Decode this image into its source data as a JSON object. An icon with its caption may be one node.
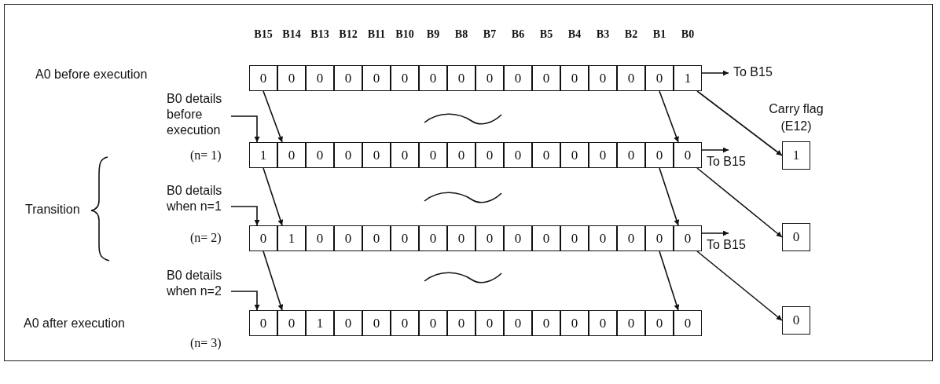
{
  "diagram": {
    "nodes": [
      {
        "text": [
          "0"
        ]
      },
      {
        "text": [
          "0"
        ]
      },
      {
        "text": [
          "0"
        ]
      },
      {
        "text": [
          "0"
        ]
      },
      {
        "text": [
          "0"
        ]
      },
      {
        "text": [
          "0"
        ]
      },
      {
        "text": [
          "0"
        ]
      },
      {
        "text": [
          "0"
        ]
      },
      {
        "text": [
          "0"
        ]
      },
      {
        "text": [
          "0"
        ]
      },
      {
        "text": [
          "0"
        ]
      },
      {
        "text": [
          "0"
        ]
      },
      {
        "text": [
          "0"
        ]
      },
      {
        "text": [
          "0"
        ]
      },
      {
        "text": [
          "0"
        ]
      },
      {
        "text": [
          "1"
        ]
      },
      {
        "text": [
          "1"
        ]
      },
      {
        "text": [
          "0"
        ]
      },
      {
        "text": [
          "0"
        ]
      },
      {
        "text": [
          "0"
        ]
      },
      {
        "text": [
          "0"
        ]
      },
      {
        "text": [
          "0"
        ]
      },
      {
        "text": [
          "0"
        ]
      },
      {
        "text": [
          "0"
        ]
      },
      {
        "text": [
          "0"
        ]
      },
      {
        "text": [
          "0"
        ]
      },
      {
        "text": [
          "0"
        ]
      },
      {
        "text": [
          "0"
        ]
      },
      {
        "text": [
          "0"
        ]
      },
      {
        "text": [
          "0"
        ]
      },
      {
        "text": [
          "0"
        ]
      },
      {
        "text": [
          "0"
        ]
      },
      {
        "text": [
          "0"
        ]
      },
      {
        "text": [
          "1"
        ]
      },
      {
        "text": [
          "0"
        ]
      },
      {
        "text": [
          "0"
        ]
      },
      {
        "text": [
          "0"
        ]
      },
      {
        "text": [
          "0"
        ]
      },
      {
        "text": [
          "0"
        ]
      },
      {
        "text": [
          "0"
        ]
      },
      {
        "text": [
          "0"
        ]
      },
      {
        "text": [
          "0"
        ]
      },
      {
        "text": [
          "0"
        ]
      },
      {
        "text": [
          "0"
        ]
      },
      {
        "text": [
          "0"
        ]
      },
      {
        "text": [
          "0"
        ]
      },
      {
        "text": [
          "0"
        ]
      },
      {
        "text": [
          "0"
        ]
      },
      {
        "text": [
          "0"
        ]
      },
      {
        "text": [
          "0"
        ]
      },
      {
        "text": [
          "1"
        ]
      },
      {
        "text": [
          "0"
        ]
      },
      {
        "text": [
          "0"
        ]
      },
      {
        "text": [
          "0"
        ]
      },
      {
        "text": [
          "0"
        ]
      },
      {
        "text": [
          "0"
        ]
      },
      {
        "text": [
          "0"
        ]
      },
      {
        "text": [
          "0"
        ]
      },
      {
        "text": [
          "0"
        ]
      },
      {
        "text": [
          "0"
        ]
      },
      {
        "text": [
          "0"
        ]
      },
      {
        "text": [
          "0"
        ]
      },
      {
        "text": [
          "0"
        ]
      },
      {
        "text": [
          "0"
        ]
      },
      {
        "text": [
          "Carry flag (E12)",
          "1"
        ]
      },
      {
        "text": [
          "0"
        ]
      },
      {
        "text": [
          "0"
        ]
      },
      {
        "text": [
          "B0 details before execution"
        ]
      },
      {
        "text": [
          "B0 details when n=1"
        ]
      },
      {
        "text": [
          "B0 details when n=2"
        ]
      }
    ],
    "edges": [
      {
        "from": 15,
        "to": null,
        "arrow": "to",
        "label": "To B15"
      },
      {
        "from": 0,
        "to": 17,
        "arrow": "to"
      },
      {
        "from": 14,
        "to": 31,
        "arrow": "to"
      },
      {
        "from": 15,
        "to": 64,
        "arrow": "to"
      },
      {
        "from": 67,
        "to": 16,
        "arrow": "to"
      },
      {
        "from": 31,
        "to": null,
        "arrow": "to",
        "label": "To B15"
      },
      {
        "from": 16,
        "to": 33,
        "arrow": "to"
      },
      {
        "from": 30,
        "to": 47,
        "arrow": "to"
      },
      {
        "from": 31,
        "to": 65,
        "arrow": "to"
      },
      {
        "from": 68,
        "to": 32,
        "arrow": "to"
      },
      {
        "from": 47,
        "to": null,
        "arrow": "to",
        "label": "To B15"
      },
      {
        "from": 32,
        "to": 49,
        "arrow": "to"
      },
      {
        "from": 46,
        "to": 63,
        "arrow": "to"
      },
      {
        "from": 47,
        "to": 66,
        "arrow": "to"
      },
      {
        "from": 69,
        "to": 48,
        "arrow": "to"
      }
    ],
    "labels": [
      "B15",
      "B14",
      "B13",
      "B12",
      "B11",
      "B10",
      "B9",
      "B8",
      "B7",
      "B6",
      "B5",
      "B4",
      "B3",
      "B2",
      "B1",
      "B0",
      "A0 before execution",
      "(n= 1)",
      "Transition",
      "(n= 2)",
      "A0 after execution",
      "(n= 3)"
    ]
  }
}
